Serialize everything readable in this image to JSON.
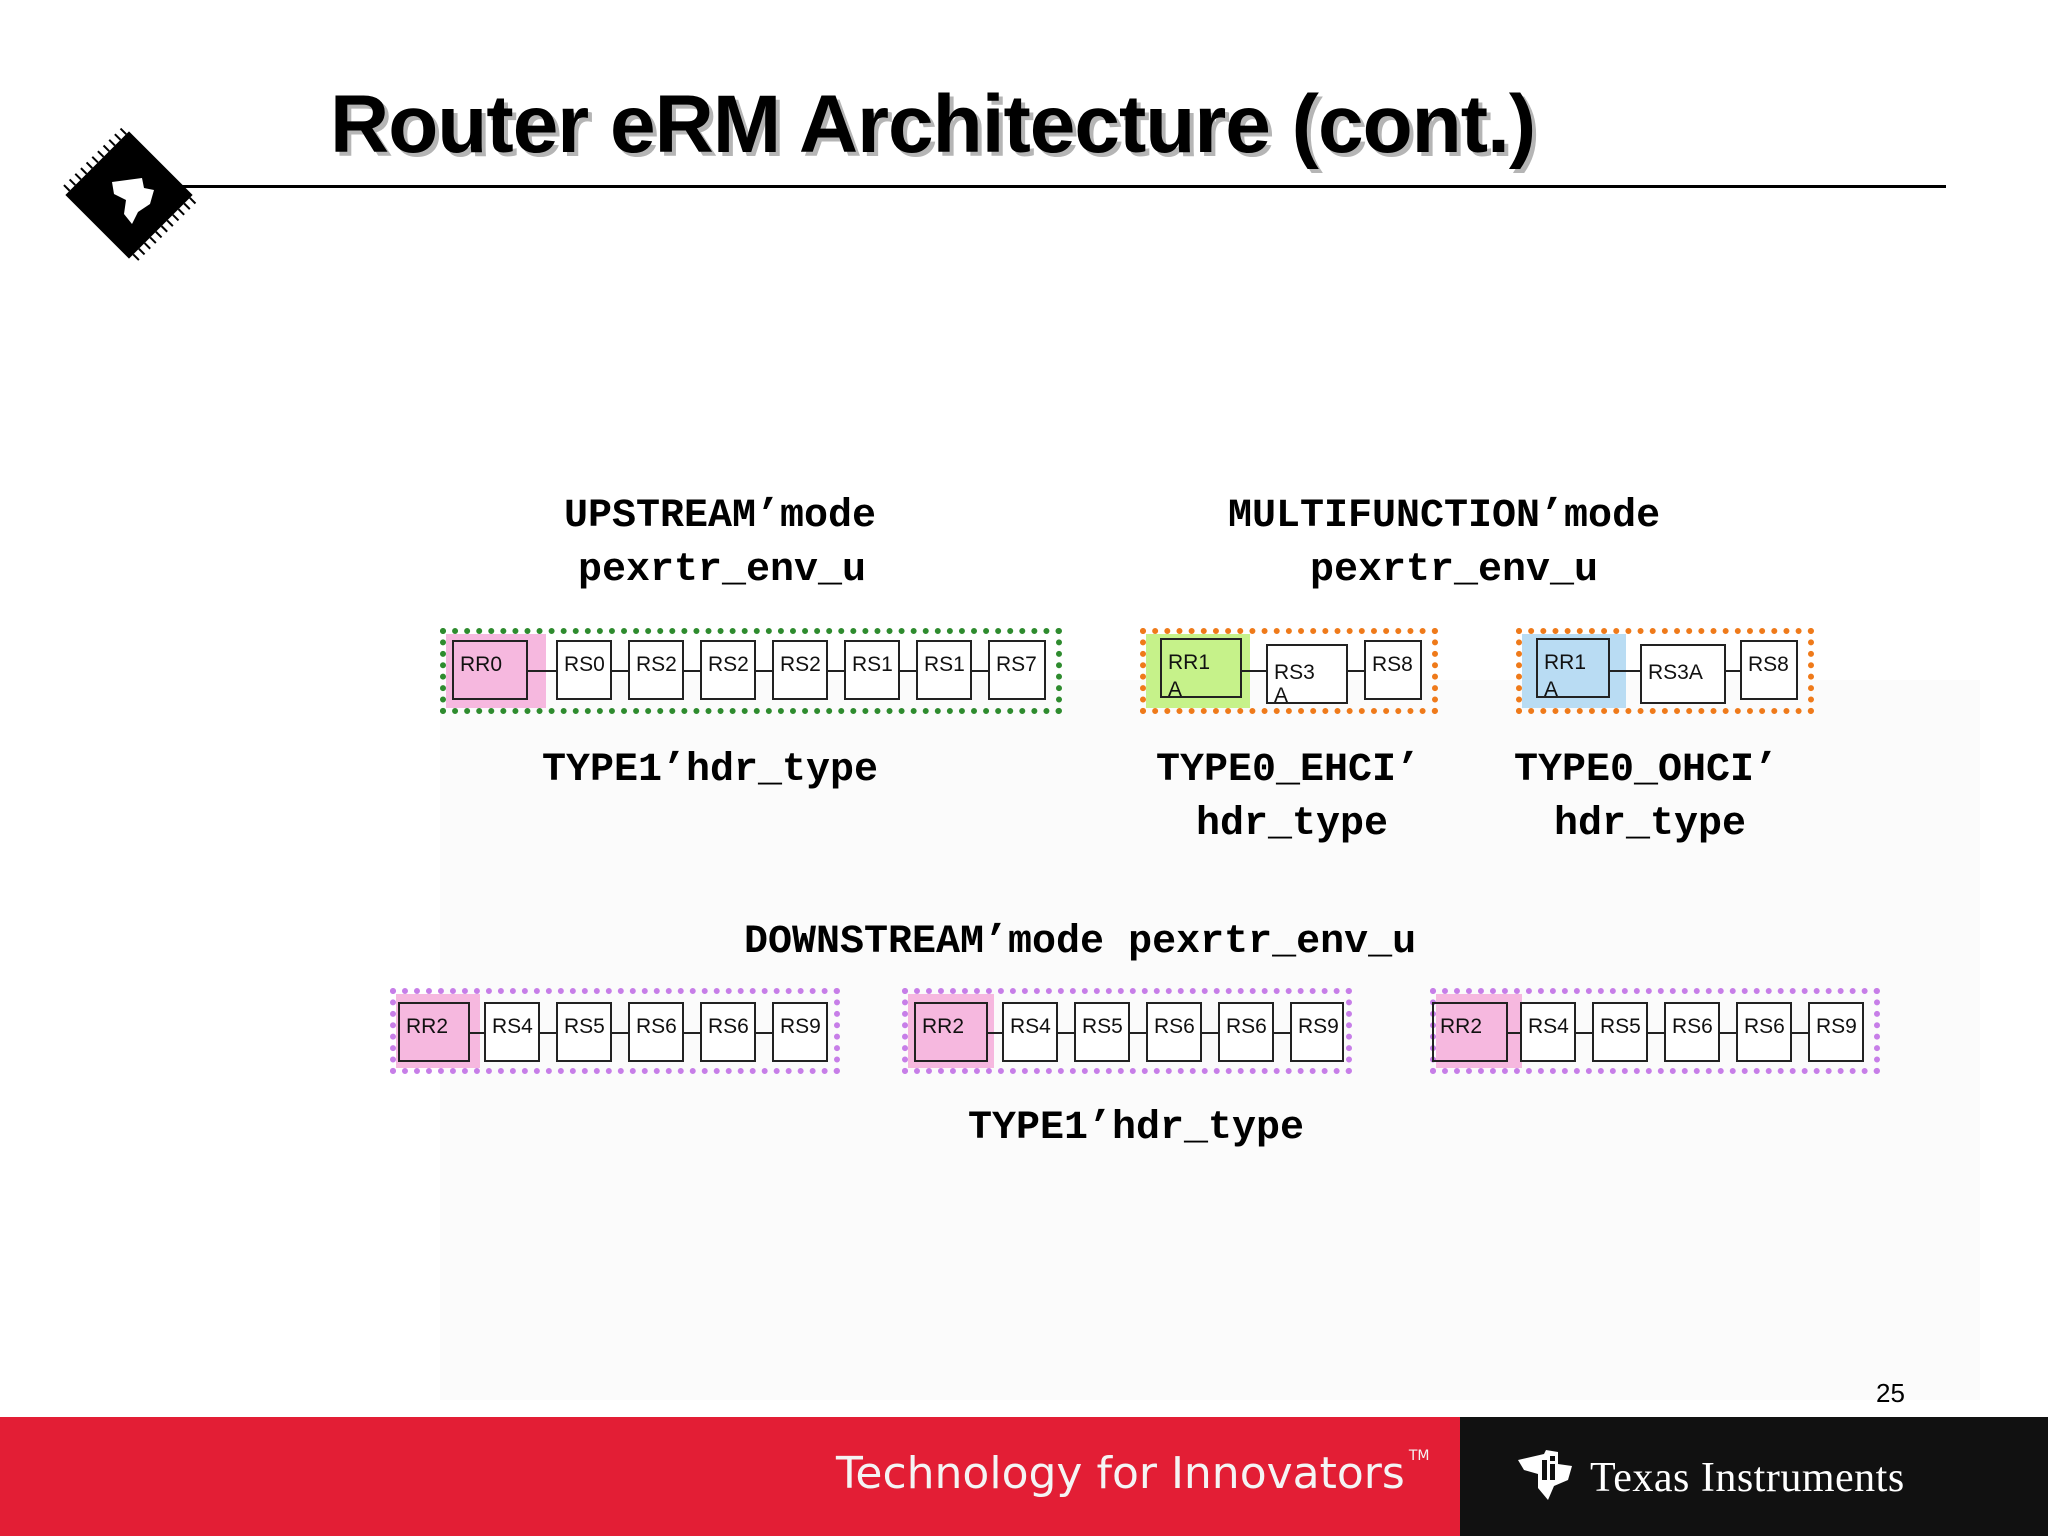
{
  "title": "Router eRM Architecture (cont.)",
  "upstream": {
    "mode": "UPSTREAM’mode",
    "env": "pexrtr_env_u",
    "type": "TYPE1’hdr_type"
  },
  "multifunction": {
    "mode": "MULTIFUNCTION’mode",
    "env": "pexrtr_env_u",
    "ehci_type": "TYPE0_EHCI’",
    "ohci_type": "TYPE0_OHCI’",
    "hdr_type": "hdr_type"
  },
  "downstream": {
    "label": "DOWNSTREAM’mode pexrtr_env_u",
    "type": "TYPE1’hdr_type"
  },
  "registers": {
    "upstream": [
      "RR0",
      "RS0",
      "RS2",
      "RS2",
      "RS2",
      "RS1",
      "RS1",
      "RS7"
    ],
    "ehci": [
      "RR1",
      "RS3",
      "RS8"
    ],
    "ehci_suffix": [
      "A",
      "A"
    ],
    "ohci": [
      "RR1",
      "RS3A",
      "RS8"
    ],
    "ohci_suffix": "A",
    "downstream_1": [
      "RR2",
      "RS4",
      "RS5",
      "RS6",
      "RS6",
      "RS9"
    ],
    "downstream_2": [
      "RR2",
      "RS4",
      "RS5",
      "RS6",
      "RS6",
      "RS9"
    ],
    "downstream_3": [
      "RR2",
      "RS4",
      "RS5",
      "RS6",
      "RS6",
      "RS9"
    ]
  },
  "colors": {
    "green": "#2e8b2e",
    "orange": "#ef7a1a",
    "purple": "#c77ee8",
    "pink": "#f6b8df",
    "lime": "#c6f28a",
    "blue": "#b9dcf3",
    "footer_red": "#e31e35",
    "footer_black": "#111111"
  },
  "footer": {
    "tagline": "Technology for Innovators",
    "tm": "TM",
    "company": "Texas Instruments"
  },
  "page_number": "25"
}
